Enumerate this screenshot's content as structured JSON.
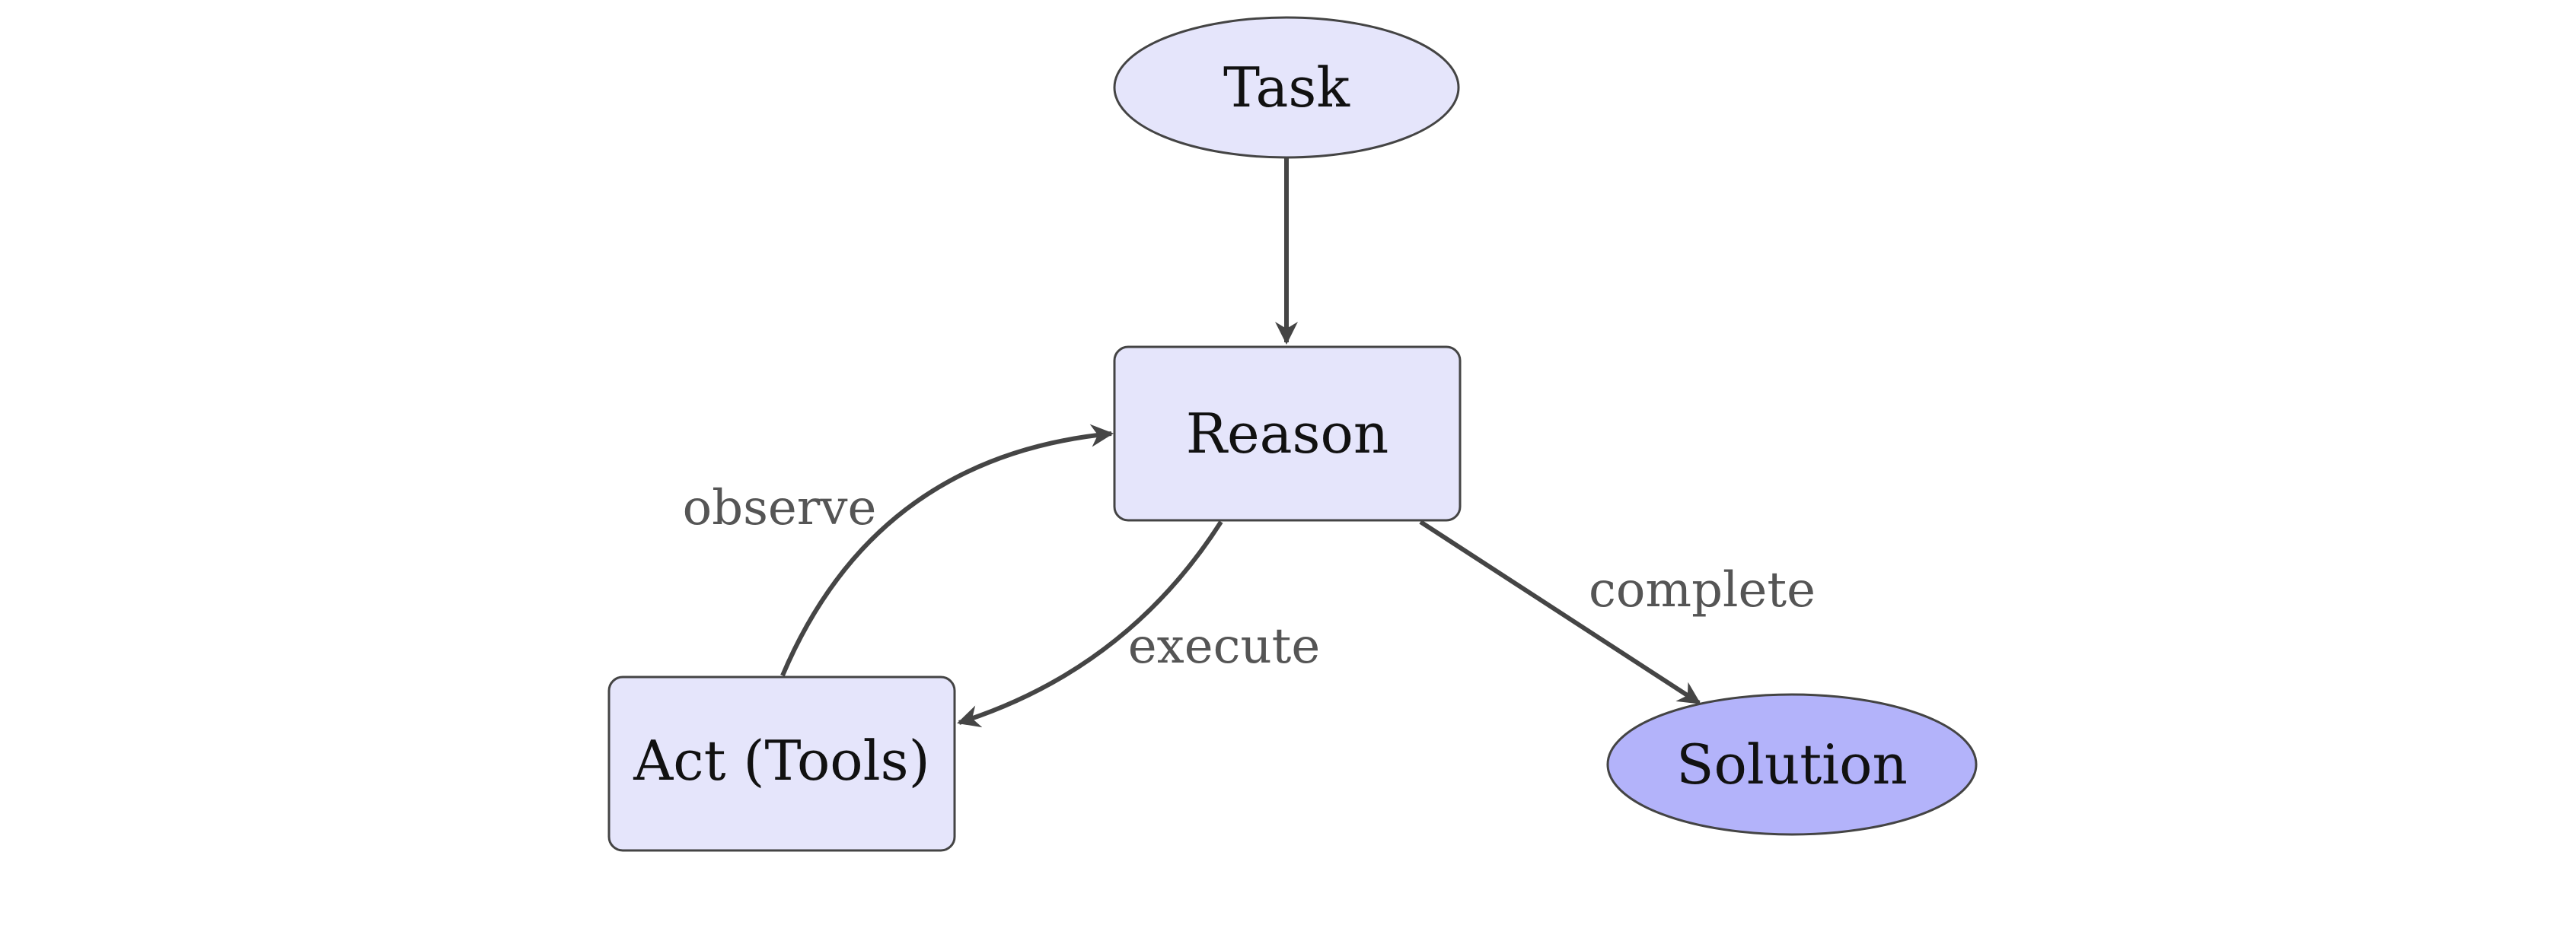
{
  "nodes": {
    "task": {
      "label": "Task",
      "shape": "ellipse",
      "fill": "#e5e5fb"
    },
    "reason": {
      "label": "Reason",
      "shape": "rounded-rect",
      "fill": "#e5e5fb"
    },
    "act": {
      "label": "Act (Tools)",
      "shape": "rounded-rect",
      "fill": "#e5e5fb"
    },
    "solution": {
      "label": "Solution",
      "shape": "ellipse",
      "fill": "#b3b3fa"
    }
  },
  "edges": {
    "task_to_reason": {
      "from": "Task",
      "to": "Reason",
      "label": ""
    },
    "reason_to_act": {
      "from": "Reason",
      "to": "Act (Tools)",
      "label": "execute"
    },
    "act_to_reason": {
      "from": "Act (Tools)",
      "to": "Reason",
      "label": "observe"
    },
    "reason_to_solution": {
      "from": "Reason",
      "to": "Solution",
      "label": "complete"
    }
  },
  "colors": {
    "stroke": "#444444",
    "edge": "#454545",
    "edge_label": "#555555"
  }
}
